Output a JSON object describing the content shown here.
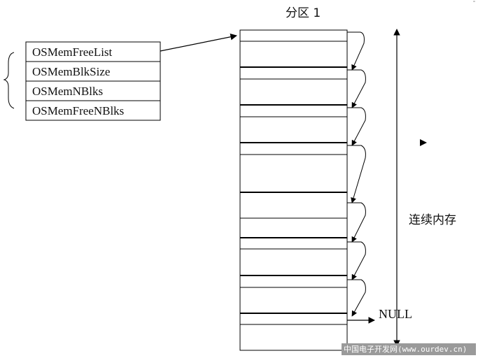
{
  "title": "分区 1",
  "control_block": {
    "fields": [
      "OSMemFreeList",
      "OSMemBlkSize",
      "OSMemNBlks",
      "OSMemFreeNBlks"
    ]
  },
  "side_label": "连续内存",
  "null_label": "NULL",
  "watermark": "中国电子开发网(www.ourdev.cn)",
  "colors": {
    "line": "#000000",
    "watermark_bg": "#9a9a9a",
    "text": "#111111"
  }
}
